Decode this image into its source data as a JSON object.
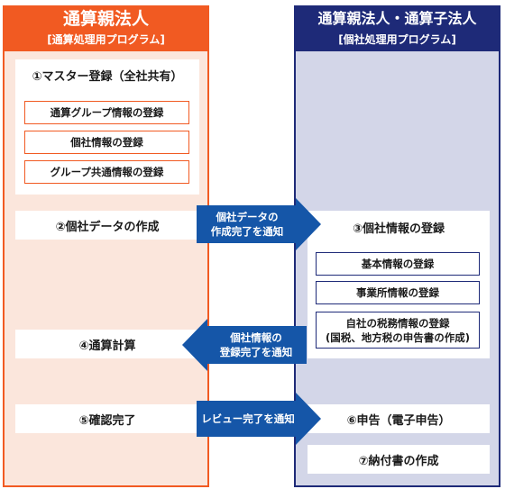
{
  "left": {
    "title": "通算親法人",
    "subtitle": "[通算処理用プログラム]",
    "step1": {
      "title": "①マスター登録（全社共有）",
      "items": [
        "通算グループ情報の登録",
        "個社情報の登録",
        "グループ共通情報の登録"
      ]
    },
    "step2": "②個社データの作成",
    "step4": "④通算計算",
    "step5": "⑤確認完了"
  },
  "right": {
    "title": "通算親法人・通算子法人",
    "subtitle": "[個社処理用プログラム]",
    "step3": {
      "title": "③個社情報の登録",
      "items": [
        "基本情報の登録",
        "事業所情報の登録"
      ],
      "item3_line1": "自社の税務情報の登録",
      "item3_line2": "(国税、地方税の申告書の作成)"
    },
    "step6": "⑥申告（電子申告）",
    "step7": "⑦納付書の作成"
  },
  "arrows": {
    "a1_line1": "個社データの",
    "a1_line2": "作成完了を通知",
    "a2_line1": "個社情報の",
    "a2_line2": "登録完了を通知",
    "a3": "レビュー完了を通知"
  },
  "colors": {
    "orange": "#f15a22",
    "navy": "#1e2a78",
    "arrow": "#1556a8"
  }
}
